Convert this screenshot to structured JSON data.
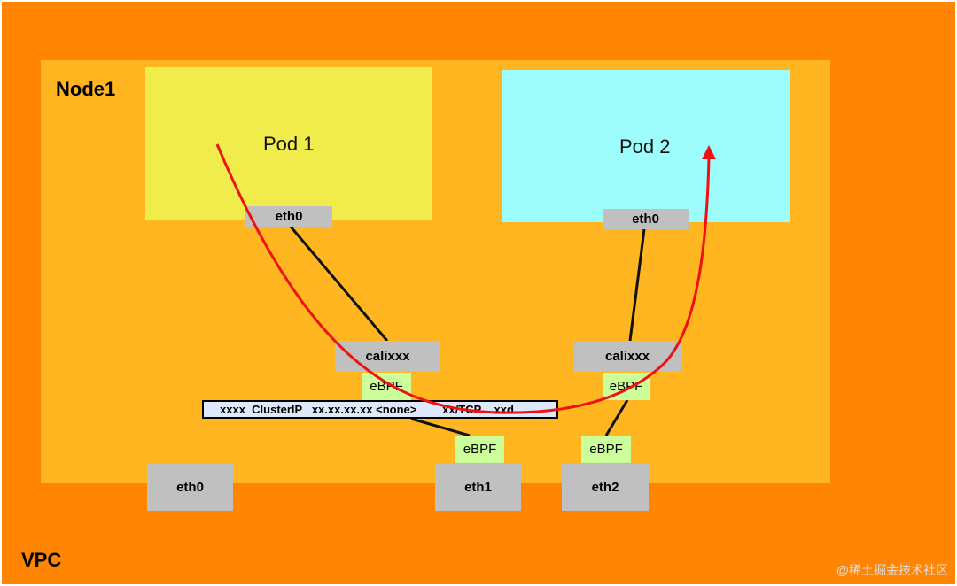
{
  "vpc": {
    "label": "VPC"
  },
  "node": {
    "label": "Node1"
  },
  "pods": [
    {
      "label": "Pod 1",
      "iface": "eth0"
    },
    {
      "label": "Pod 2",
      "iface": "eth0"
    }
  ],
  "cali": [
    {
      "label": "calixxx",
      "ebpf": "eBPF"
    },
    {
      "label": "calixxx",
      "ebpf": "eBPF"
    }
  ],
  "service_row": {
    "text": "xxxx  ClusterIP   xx.xx.xx.xx <none>        xx/TCP    xxd"
  },
  "node_ifaces": [
    {
      "label": "eth0"
    },
    {
      "label": "eth1",
      "ebpf": "eBPF"
    },
    {
      "label": "eth2",
      "ebpf": "eBPF"
    }
  ],
  "colors": {
    "vpc": "#ff8503",
    "node": "#ffb621",
    "pod1": "#f0ec4c",
    "pod2": "#9dfcfc",
    "iface": "#c0c0c0",
    "ebpf": "#ccff99",
    "path": "#ee1111"
  },
  "watermark": "@稀土掘金技术社区"
}
